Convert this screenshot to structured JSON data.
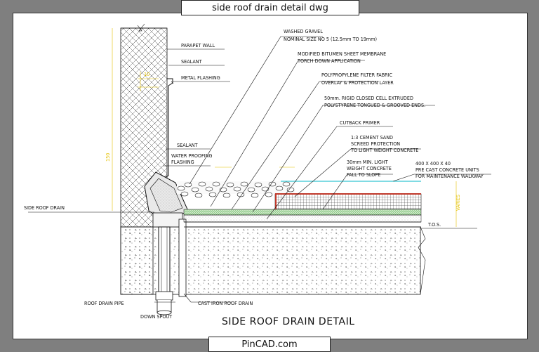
{
  "header": {
    "title": "side roof drain detail dwg"
  },
  "footer": {
    "site": "PinCAD.com"
  },
  "drawing": {
    "caption": "SIDE ROOF DRAIN DETAIL",
    "labels": {
      "parapet_wall": "PARAPET WALL",
      "sealant_top": "SEALANT",
      "metal_flashing": "METAL FLASHING",
      "sealant_low": "SEALANT",
      "waterproofing_1": "WATER PROOFING",
      "waterproofing_2": "FLASHING",
      "side_roof_drain": "SIDE ROOF DRAIN",
      "roof_drain_pipe": "ROOF DRAIN PIPE",
      "down_spout": "DOWN SPOUT",
      "cast_iron": "CAST IRON ROOF DRAIN",
      "gravel_1": "WASHED GRAVEL",
      "gravel_2": "NOMINAL SIZE NO 5 (12.5mm TO 19mm)",
      "membrane_1": "MODIFIED BITUMEN SHEET MEMBRANE",
      "membrane_2": "TORCH DOWN APPLICATION",
      "fabric_1": "POLYPROPYLENE FILTER FABRIC",
      "fabric_2": "OVERLAY & PROTECTION LAYER",
      "insul_1": "50mm. RIGID CLOSED CELL EXTRUDED",
      "insul_2": "POLYSTYRENE TONGUED & GROOVED ENDS.",
      "primer": "CUTBACK PRIMER",
      "screed_1": "1:3 CEMENT SAND",
      "screed_2": "SCREED PROTECTION",
      "screed_3": "TO LIGHT WEIGHT CONCRETE",
      "lwc_1": "30mm MIN. LIGHT",
      "lwc_2": "WEIGHT CONCRETE",
      "lwc_3": "FALL TO SLOPE",
      "pcc_1": "400 X 400 X 40",
      "pcc_2": "PRE CAST CONCRETE UNITS",
      "pcc_3": "FOR MAINTENANCE WALKWAY",
      "tos": "T.O.S."
    }
  },
  "colors": {
    "background": "#7f7f7f",
    "sheet": "#ffffff",
    "line": "#111111",
    "membrane_red": "#c0392b",
    "green_layer": "#2e9b2e",
    "cyan_line": "#00b7c7",
    "dim_yellow": "#e5c100"
  }
}
